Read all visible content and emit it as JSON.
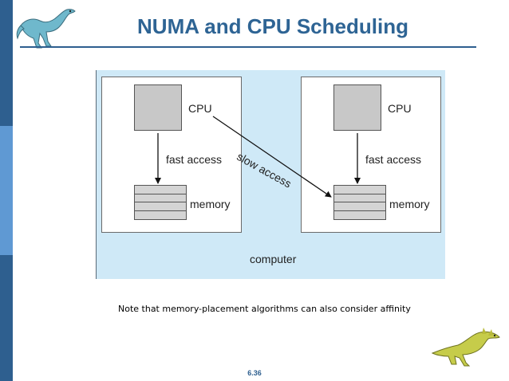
{
  "slide": {
    "title": "NUMA and CPU Scheduling",
    "note": "Note that memory-placement algorithms can also consider affinity",
    "page_number": "6.36"
  },
  "diagram": {
    "container_label": "computer",
    "left_node": {
      "cpu_label": "CPU",
      "link_label": "fast access",
      "memory_label": "memory"
    },
    "right_node": {
      "cpu_label": "CPU",
      "link_label": "fast access",
      "memory_label": "memory"
    },
    "cross_link_label": "slow access"
  },
  "colors": {
    "title": "#2e6494",
    "side_bar": "#2e5f8f",
    "diagram_background": "#cfe9f7",
    "cpu_fill": "#c8c8c8",
    "memory_fill": "#d4d4d4"
  },
  "icons": {
    "top_left": "dinosaur-logo-icon",
    "bottom_right": "dinosaur-logo-icon"
  }
}
